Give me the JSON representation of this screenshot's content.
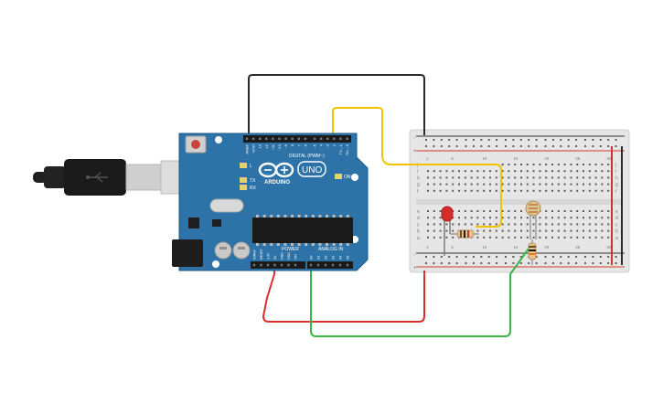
{
  "colors": {
    "canvas_bg": "#ffffff",
    "board_blue": "#2d73a8",
    "board_dark": "#1d5a87",
    "breadboard": "#e6e6e6",
    "rail_red": "#d43a2f",
    "rail_dark": "#333333",
    "wire_black": "#2b2b2b",
    "wire_yellow": "#f2c200",
    "wire_red": "#d72f2f",
    "wire_green": "#39b54a"
  },
  "arduino": {
    "brand": "ARDUINO",
    "model": "UNO",
    "digital_header": "DIGITAL (PWM~)",
    "power_header": "POWER",
    "analog_header": "ANALOG IN",
    "on_label": "ON",
    "tx_label": "TX",
    "rx_label": "RX",
    "l_label": "L",
    "pin_labels_digital": [
      "AREF",
      "GND",
      "13",
      "12",
      "~11",
      "~10",
      "~9",
      "8",
      "7",
      "~6",
      "~5",
      "4",
      "~3",
      "2",
      "TX→1",
      "RX←0"
    ],
    "pin_labels_power": [
      "IOREF",
      "RESET",
      "3.3V",
      "5V",
      "GND",
      "GND",
      "VIN"
    ],
    "pin_labels_analog": [
      "A0",
      "A1",
      "A2",
      "A3",
      "A4",
      "A5"
    ]
  },
  "breadboard": {
    "row_letters_top": [
      "j",
      "i",
      "h",
      "g",
      "f"
    ],
    "row_letters_bottom": [
      "e",
      "d",
      "c",
      "b",
      "a"
    ],
    "column_numbers": [
      "1",
      "5",
      "10",
      "15",
      "20",
      "25",
      "30"
    ],
    "rail_plus": "+",
    "rail_minus": "-"
  },
  "components": {
    "usb_cable": "usb-cable",
    "led": "red-led",
    "resistor_led": "resistor",
    "photoresistor": "photoresistor",
    "resistor_ldr": "resistor"
  }
}
